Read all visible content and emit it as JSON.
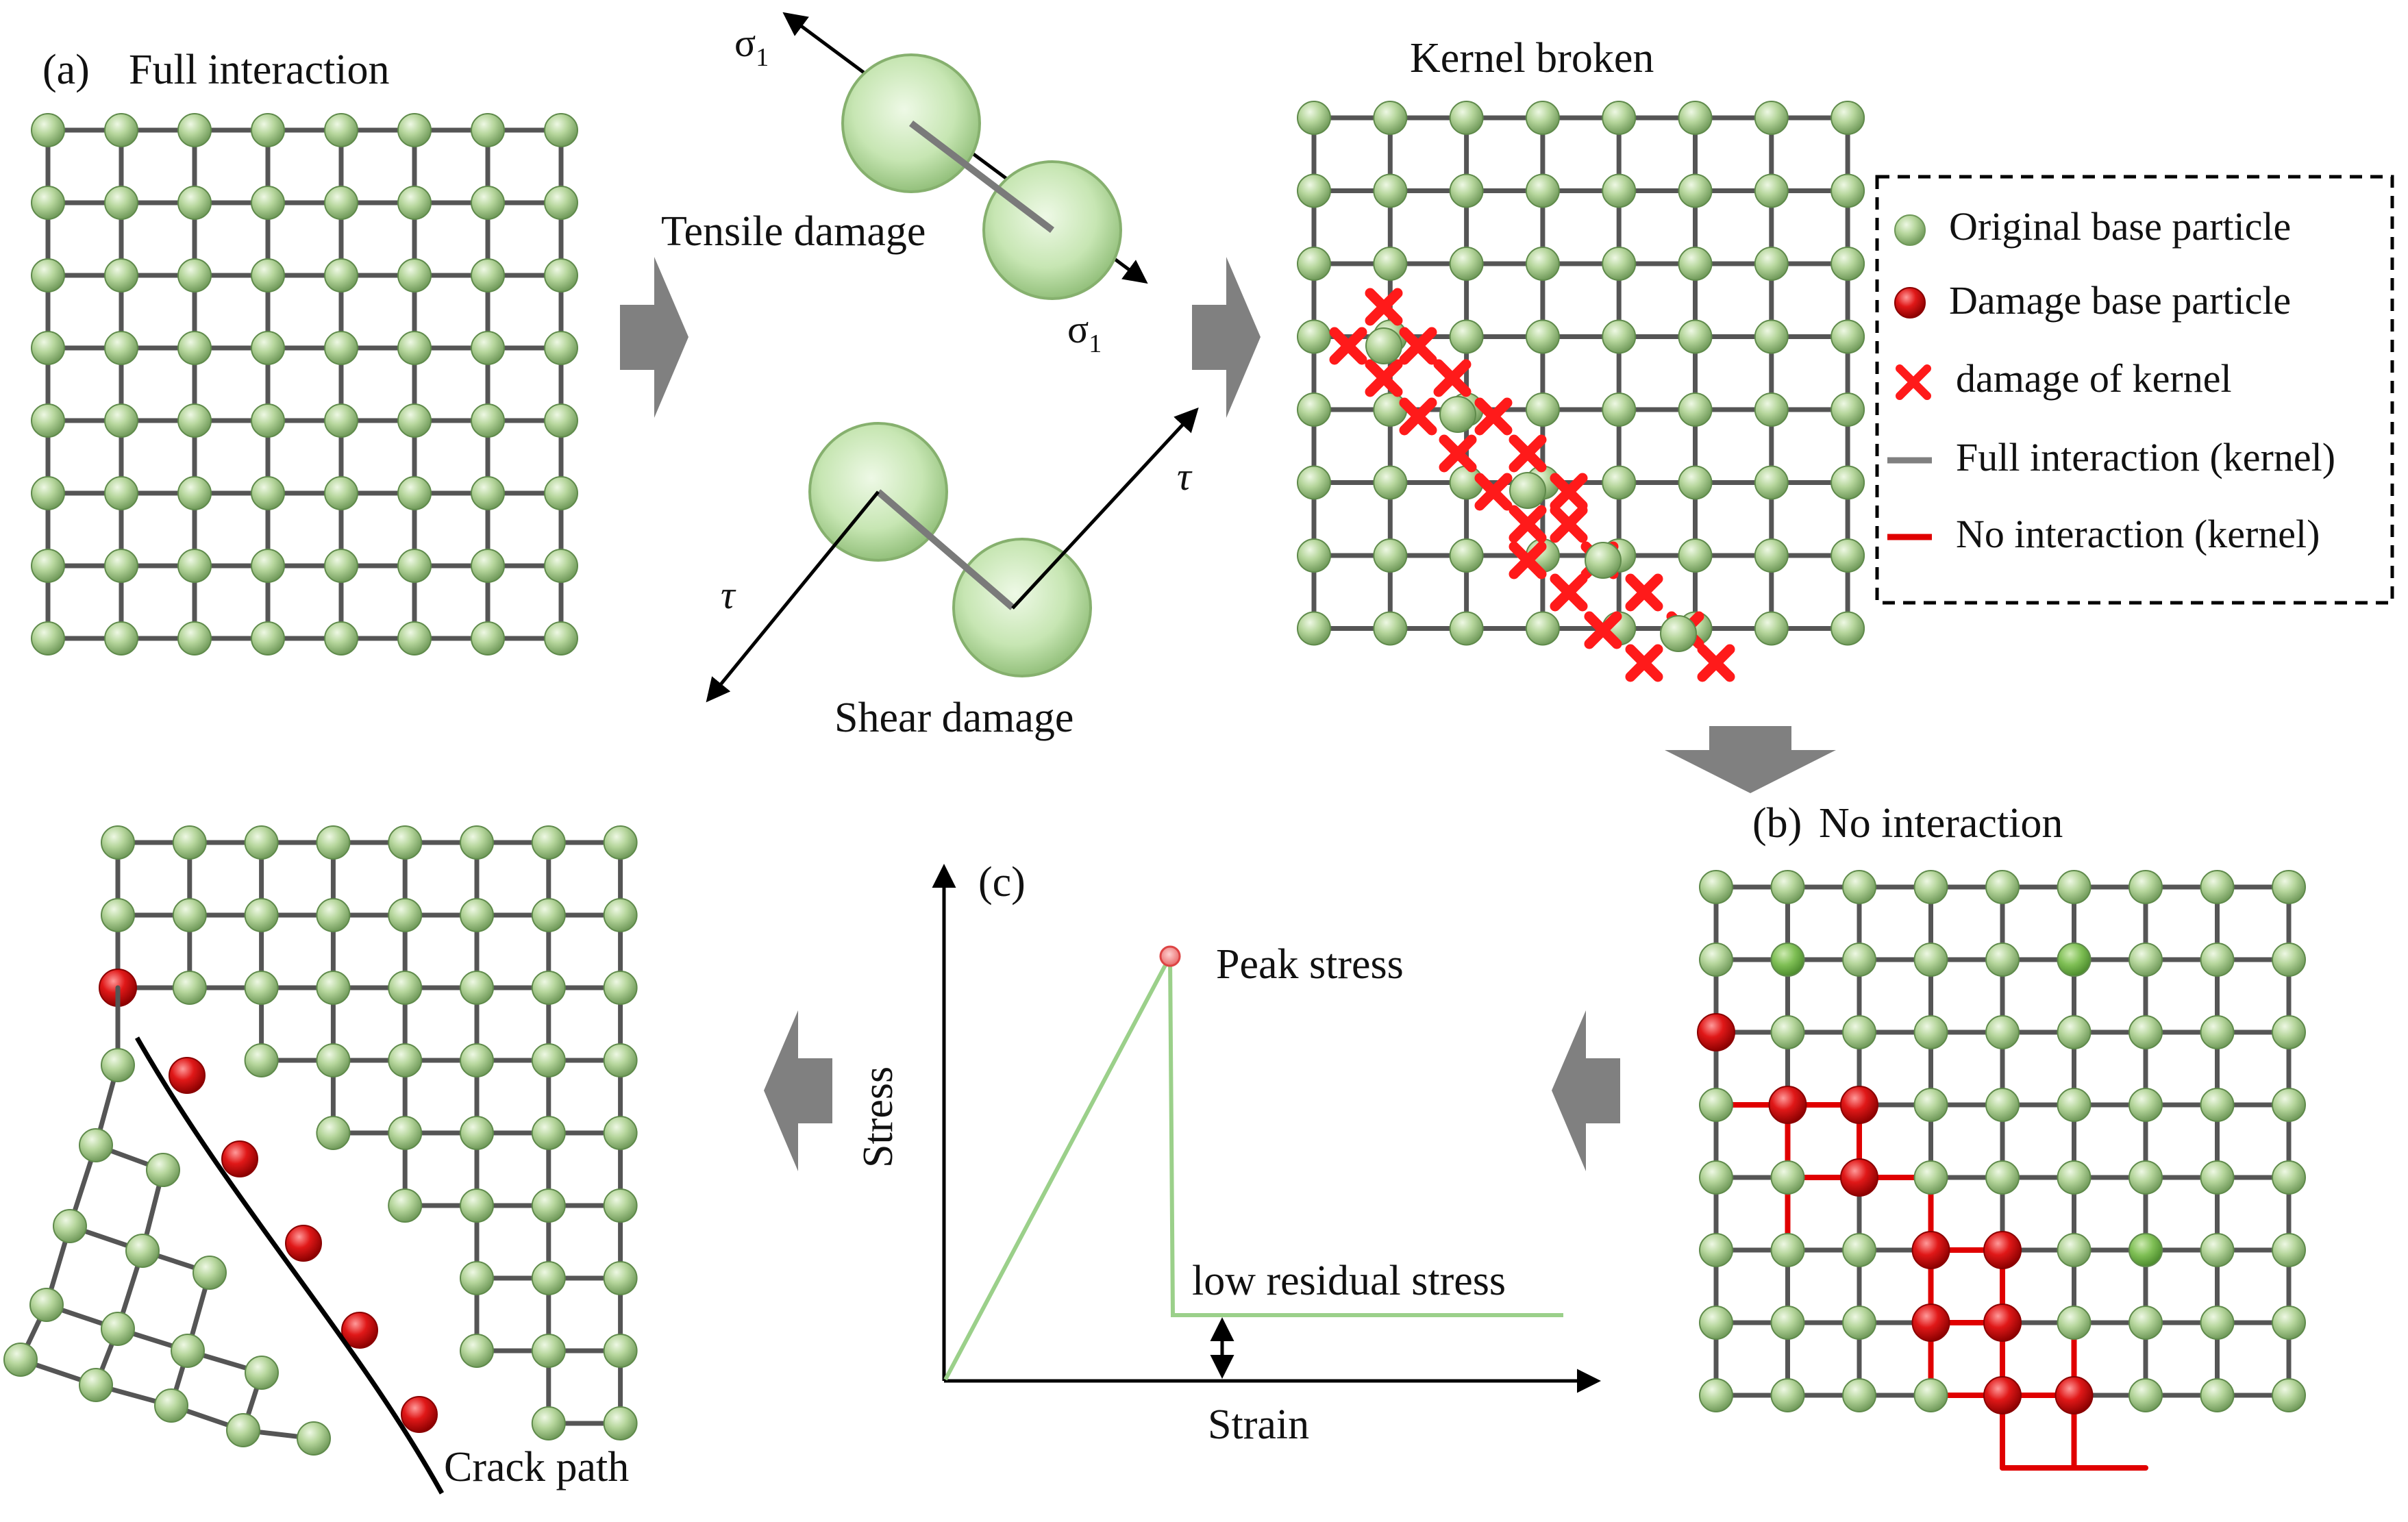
{
  "panel_a": {
    "tag": "(a)",
    "full_interaction": "Full interaction",
    "tensile_damage": "Tensile damage",
    "shear_damage": "Shear damage",
    "sigma": "σ",
    "sigma_sub": "1",
    "tau": "τ",
    "kernel_broken": "Kernel broken"
  },
  "legend": {
    "items": [
      {
        "key": "original",
        "label": "Original base particle"
      },
      {
        "key": "damage",
        "label": "Damage base particle"
      },
      {
        "key": "kernel",
        "label": "damage of kernel"
      },
      {
        "key": "full",
        "label": "Full  interaction (kernel)"
      },
      {
        "key": "none",
        "label": "No interaction (kernel)"
      }
    ]
  },
  "panel_b": {
    "tag": "(b)",
    "title": "No interaction"
  },
  "panel_c": {
    "tag": "(c)",
    "ylabel": "Stress",
    "xlabel": "Strain",
    "peak": "Peak stress",
    "residual": "low residual stress"
  },
  "crack": {
    "label": "Crack path"
  },
  "colors": {
    "particle_green": "#a9cc8c",
    "particle_red": "#d41515",
    "bond_gray": "#555555",
    "broken_red": "#e00000",
    "cross_red": "#ff1a1a",
    "curve_green": "#9bd08a",
    "arrow_gray": "#808080"
  }
}
